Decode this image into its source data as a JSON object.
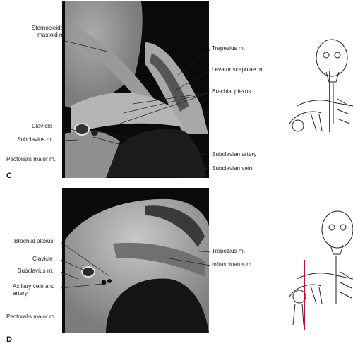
{
  "panels": [
    {
      "letter": "C",
      "labels_left": {
        "scm": "Sternocleido-\nmastoid m.",
        "clavicle": "Clavicle",
        "subclavius": "Subclavius m.",
        "pectoralis": "Pectoralis major m."
      },
      "labels_right": {
        "trapezius": "Trapezius m.",
        "levator": "Levator scapulae m.",
        "brachial": "Brachial plexus",
        "subclavian_artery": "Subclavian artery",
        "subclavian_vein": "Subclavian vein"
      }
    },
    {
      "letter": "D",
      "labels_left": {
        "brachial": "Brachial plexus",
        "clavicle": "Clavicle",
        "subclavius": "Subclavius m.",
        "axillary": "Axillary vein and\nartery",
        "pectoralis": "Pectoralis major m."
      },
      "labels_right": {
        "trapezius": "Trapezius m.",
        "infraspinatus": "Infraspinatus m."
      }
    }
  ],
  "colors": {
    "plane_line": "#c8102e",
    "leader_line": "#222222"
  },
  "icons": [
    "skeleton-neck-icon",
    "skeleton-shoulder-icon"
  ]
}
